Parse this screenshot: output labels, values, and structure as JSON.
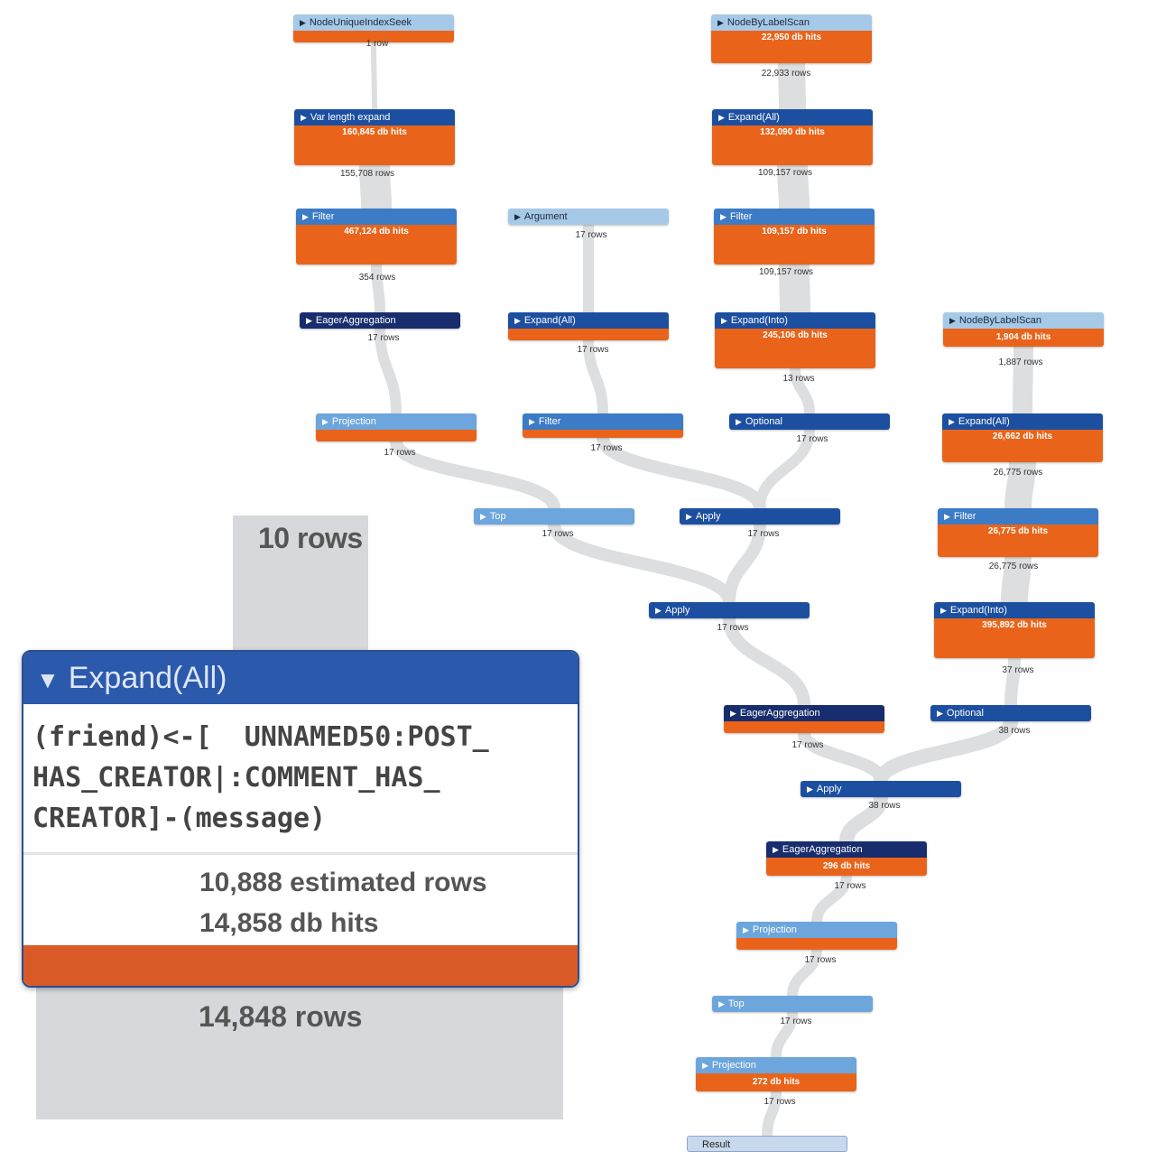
{
  "plan": {
    "operators": [
      {
        "id": "n1",
        "name": "NodeUniqueIndexSeek",
        "dbhits": "",
        "rows": "1 row"
      },
      {
        "id": "n2",
        "name": "Var length expand",
        "dbhits": "160,845 db hits",
        "rows": "155,708 rows"
      },
      {
        "id": "n3",
        "name": "Filter",
        "dbhits": "467,124 db hits",
        "rows": "354 rows"
      },
      {
        "id": "n4",
        "name": "EagerAggregation",
        "dbhits": "",
        "rows": "17 rows"
      },
      {
        "id": "n5",
        "name": "Projection",
        "dbhits": "",
        "rows": "17 rows"
      },
      {
        "id": "n6",
        "name": "Argument",
        "dbhits": "",
        "rows": "17 rows"
      },
      {
        "id": "n7",
        "name": "Expand(All)",
        "dbhits": "",
        "rows": "17 rows"
      },
      {
        "id": "n8",
        "name": "Filter",
        "dbhits": "",
        "rows": "17 rows"
      },
      {
        "id": "n9",
        "name": "Top",
        "dbhits": "",
        "rows": "17 rows"
      },
      {
        "id": "n10",
        "name": "NodeByLabelScan",
        "dbhits": "22,950 db hits",
        "rows": "22,933 rows"
      },
      {
        "id": "n11",
        "name": "Expand(All)",
        "dbhits": "132,090 db hits",
        "rows": "109,157 rows"
      },
      {
        "id": "n12",
        "name": "Filter",
        "dbhits": "109,157 db hits",
        "rows": "109,157 rows"
      },
      {
        "id": "n13",
        "name": "Expand(Into)",
        "dbhits": "245,106 db hits",
        "rows": "13 rows"
      },
      {
        "id": "n14",
        "name": "Optional",
        "dbhits": "",
        "rows": "17 rows"
      },
      {
        "id": "n15",
        "name": "Apply",
        "dbhits": "",
        "rows": "17 rows"
      },
      {
        "id": "n16",
        "name": "Apply",
        "dbhits": "",
        "rows": "17 rows"
      },
      {
        "id": "n17",
        "name": "NodeByLabelScan",
        "dbhits": "1,904 db hits",
        "rows": "1,887 rows"
      },
      {
        "id": "n18",
        "name": "Expand(All)",
        "dbhits": "26,662 db hits",
        "rows": "26,775 rows"
      },
      {
        "id": "n19",
        "name": "Filter",
        "dbhits": "26,775 db hits",
        "rows": "26,775 rows"
      },
      {
        "id": "n20",
        "name": "Expand(Into)",
        "dbhits": "395,892 db hits",
        "rows": "37 rows"
      },
      {
        "id": "n21",
        "name": "Optional",
        "dbhits": "",
        "rows": "38 rows"
      },
      {
        "id": "n22",
        "name": "EagerAggregation",
        "dbhits": "",
        "rows": "17 rows"
      },
      {
        "id": "n23",
        "name": "Apply",
        "dbhits": "",
        "rows": "38 rows"
      },
      {
        "id": "n24",
        "name": "EagerAggregation",
        "dbhits": "296 db hits",
        "rows": "17 rows"
      },
      {
        "id": "n25",
        "name": "Projection",
        "dbhits": "",
        "rows": "17 rows"
      },
      {
        "id": "n26",
        "name": "Top",
        "dbhits": "",
        "rows": "17 rows"
      },
      {
        "id": "n27",
        "name": "Projection",
        "dbhits": "272 db hits",
        "rows": "17 rows"
      }
    ],
    "result_label": "Result"
  },
  "zoom": {
    "rows_in": "10 rows",
    "title": "Expand(All)",
    "detail": "(friend)<-[  UNNAMED50:POST_\nHAS_CREATOR|:COMMENT_HAS_\nCREATOR]-(message)",
    "estimated_rows": "10,888 estimated rows",
    "db_hits": "14,858 db hits",
    "rows_out": "14,848 rows"
  }
}
